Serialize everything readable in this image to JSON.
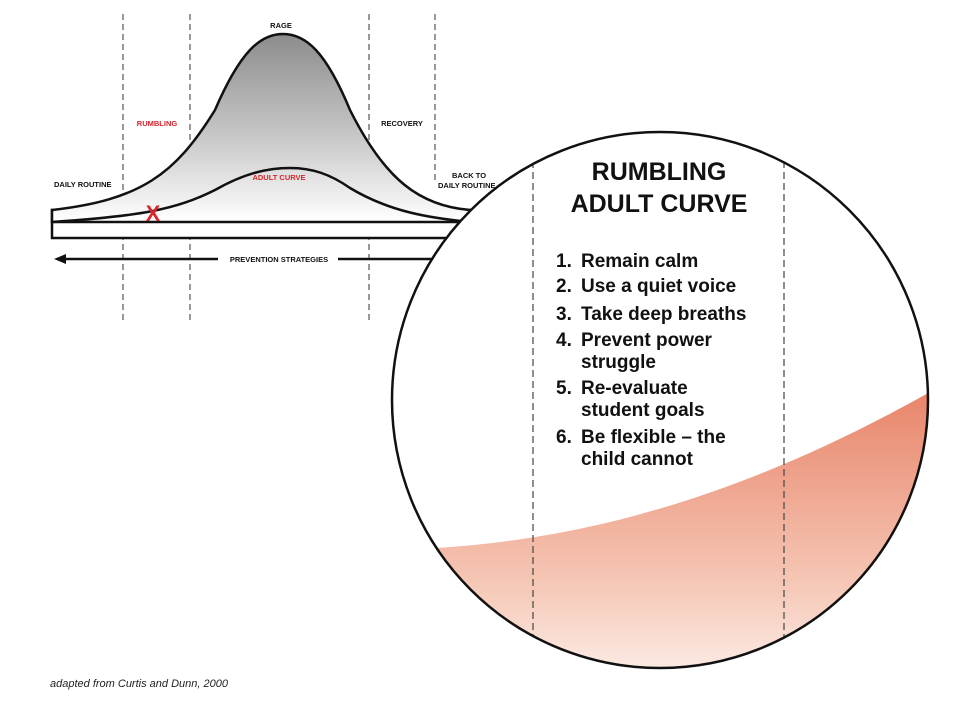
{
  "phases": {
    "rage": "RAGE",
    "rumbling": "RUMBLING",
    "recovery": "RECOVERY",
    "daily_routine": "DAILY ROUTINE",
    "back_to_line1": "BACK TO",
    "back_to_line2": "DAILY ROUTINE",
    "adult_curve": "ADULT CURVE",
    "prevention": "PREVENTION STRATEGIES",
    "marker": "X"
  },
  "zoom": {
    "title_line1": "RUMBLING",
    "title_line2": "ADULT CURVE",
    "items": [
      {
        "num": "1.",
        "line1": "Remain calm",
        "line2": ""
      },
      {
        "num": "2.",
        "line1": "Use a quiet voice",
        "line2": ""
      },
      {
        "num": "3.",
        "line1": "Take deep breaths",
        "line2": ""
      },
      {
        "num": "4.",
        "line1": "Prevent power",
        "line2": "struggle"
      },
      {
        "num": "5.",
        "line1": "Re-evaluate",
        "line2": "student goals"
      },
      {
        "num": "6.",
        "line1": "Be flexible – the",
        "line2": "child cannot"
      }
    ]
  },
  "credit": "adapted from Curtis and Dunn, 2000",
  "colors": {
    "accent_red": "#d8262c",
    "curve_orange": "#e8856a"
  }
}
